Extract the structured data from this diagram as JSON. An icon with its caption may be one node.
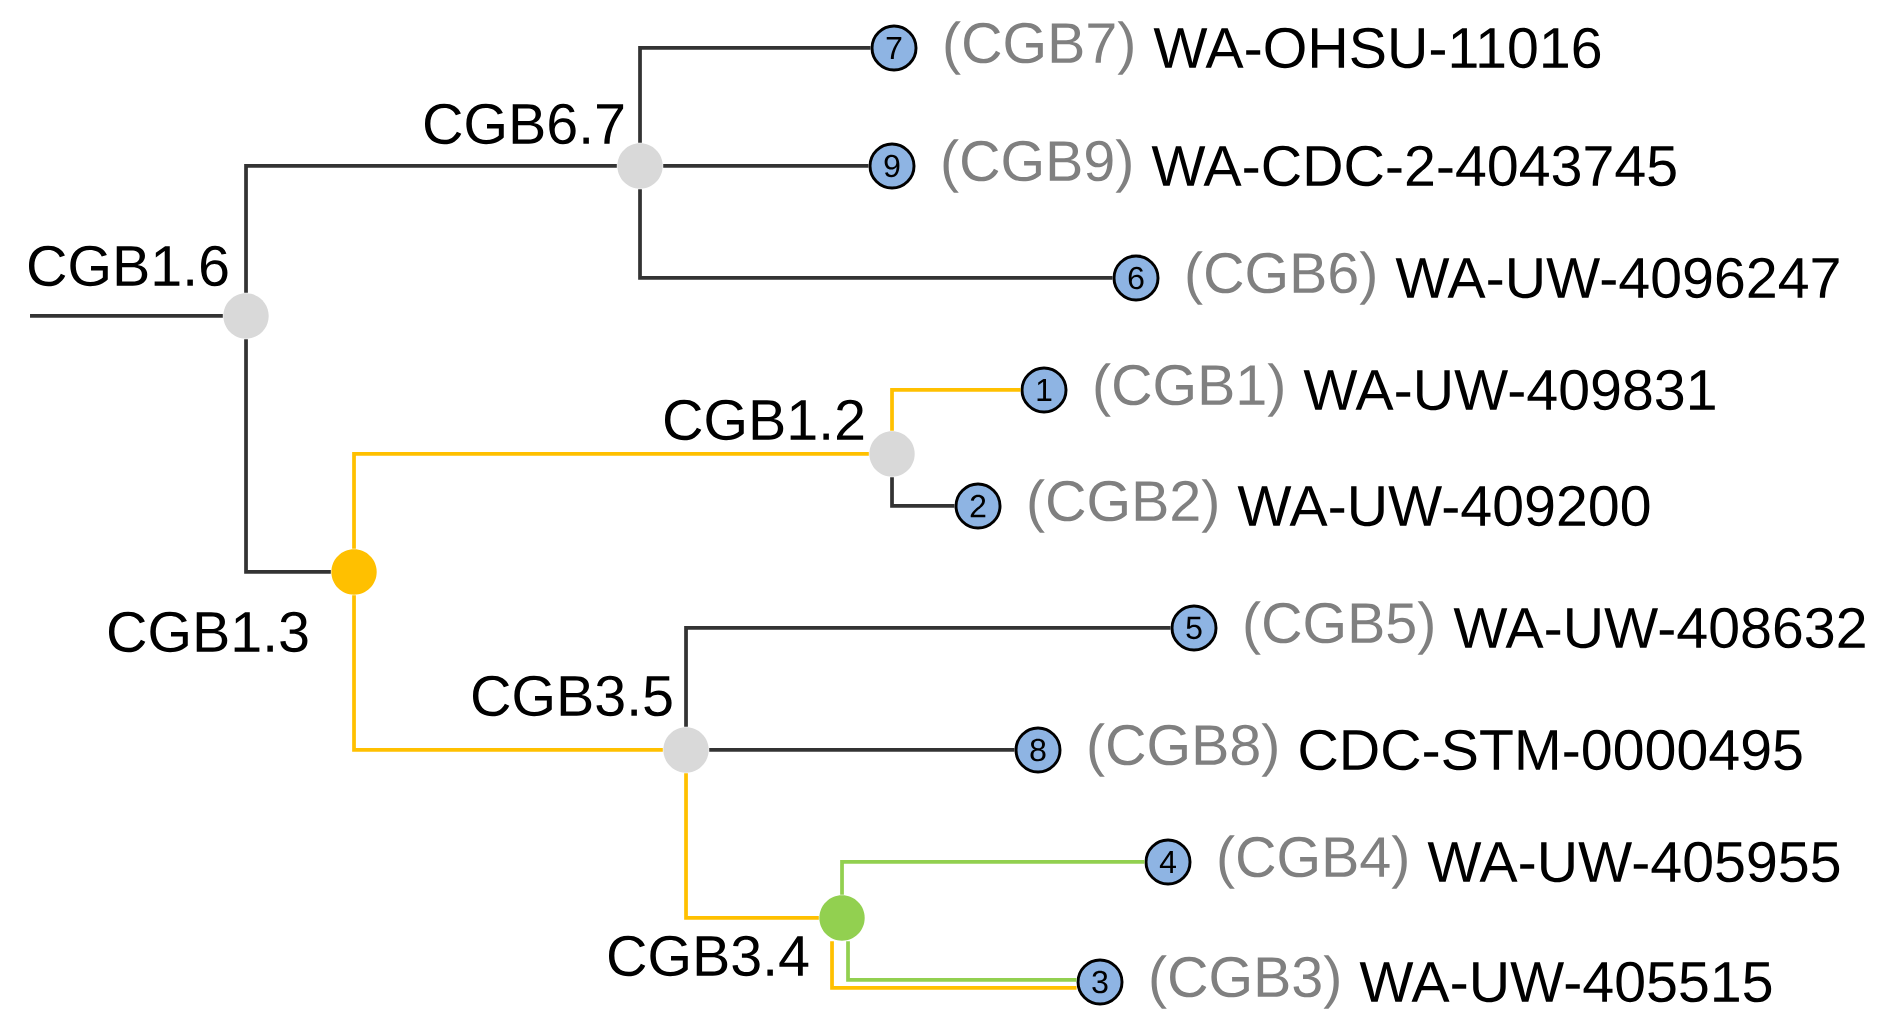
{
  "diagram": {
    "nodes": [
      {
        "text": [],
        "shape": "circle",
        "beside": [
          "CGB1.6"
        ]
      },
      {
        "text": [],
        "shape": "circle",
        "beside": [
          "CGB6.7"
        ]
      },
      {
        "text": [
          "7"
        ],
        "beside": [
          "(CGB7)",
          "WA-OHSU-11016"
        ]
      },
      {
        "text": [
          "9"
        ],
        "beside": [
          "(CGB9)",
          "WA-CDC-2-4043745"
        ]
      },
      {
        "text": [
          "6"
        ],
        "beside": [
          "(CGB6)",
          "WA-UW-4096247"
        ]
      },
      {
        "text": [],
        "shape": "circle",
        "beside": [
          "CGB1.2"
        ]
      },
      {
        "text": [
          "1"
        ],
        "beside": [
          "(CGB1)",
          "WA-UW-409831"
        ]
      },
      {
        "text": [
          "2"
        ],
        "beside": [
          "(CGB2)",
          "WA-UW-409200"
        ]
      },
      {
        "text": [],
        "shape": "circle",
        "beside": [
          "CGB1.3"
        ]
      },
      {
        "text": [],
        "shape": "circle",
        "beside": [
          "CGB3.5"
        ]
      },
      {
        "text": [
          "5"
        ],
        "beside": [
          "(CGB5)",
          "WA-UW-408632"
        ]
      },
      {
        "text": [
          "8"
        ],
        "beside": [
          "(CGB8)",
          "CDC-STM-0000495"
        ]
      },
      {
        "text": [],
        "shape": "circle",
        "beside": [
          "CGB3.4"
        ]
      },
      {
        "text": [
          "4"
        ],
        "beside": [
          "(CGB4)",
          "WA-UW-405955"
        ]
      },
      {
        "text": [
          "3"
        ],
        "beside": [
          "(CGB3)",
          "WA-UW-405515"
        ]
      }
    ],
    "edges": [
      {
        "from": null,
        "to": 0,
        "arrow": "none"
      },
      {
        "from": 0,
        "to": 1,
        "arrow": "none"
      },
      {
        "from": 1,
        "to": 2,
        "arrow": "none"
      },
      {
        "from": 1,
        "to": 3,
        "arrow": "none"
      },
      {
        "from": 1,
        "to": 4,
        "arrow": "none"
      },
      {
        "from": 0,
        "to": 8,
        "arrow": "none"
      },
      {
        "from": 8,
        "to": 5,
        "arrow": "none",
        "color": "#ffc000"
      },
      {
        "from": 5,
        "to": 6,
        "arrow": "none",
        "color": "#ffc000"
      },
      {
        "from": 5,
        "to": 7,
        "arrow": "none"
      },
      {
        "from": 8,
        "to": 9,
        "arrow": "none",
        "color": "#ffc000"
      },
      {
        "from": 9,
        "to": 10,
        "arrow": "none"
      },
      {
        "from": 9,
        "to": 11,
        "arrow": "none"
      },
      {
        "from": 9,
        "to": 12,
        "arrow": "none",
        "color": "#ffc000"
      },
      {
        "from": 12,
        "to": 13,
        "arrow": "none",
        "color": "#92d050"
      },
      {
        "from": 12,
        "to": 14,
        "arrow": "none",
        "color": "#ffc000"
      },
      {
        "from": 12,
        "to": 14,
        "arrow": "none",
        "color": "#92d050"
      }
    ]
  }
}
